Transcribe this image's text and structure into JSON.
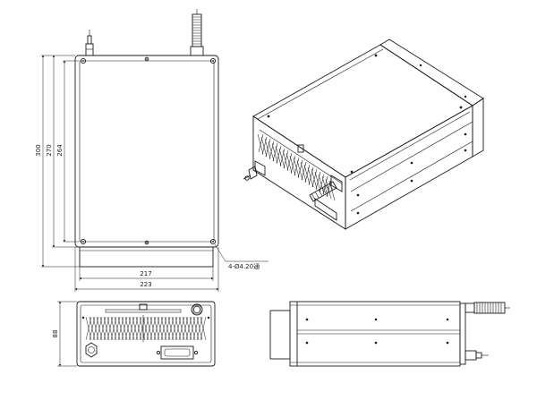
{
  "dimensions": {
    "front_width_inner": "217",
    "front_width_outer": "223",
    "front_height_outer": "300",
    "front_height_mid": "270",
    "front_height_inner": "264",
    "mount_holes": "4-Ø4.20通",
    "end_height": "88"
  },
  "colors": {
    "line": "#1a1a1a",
    "background": "#ffffff"
  }
}
